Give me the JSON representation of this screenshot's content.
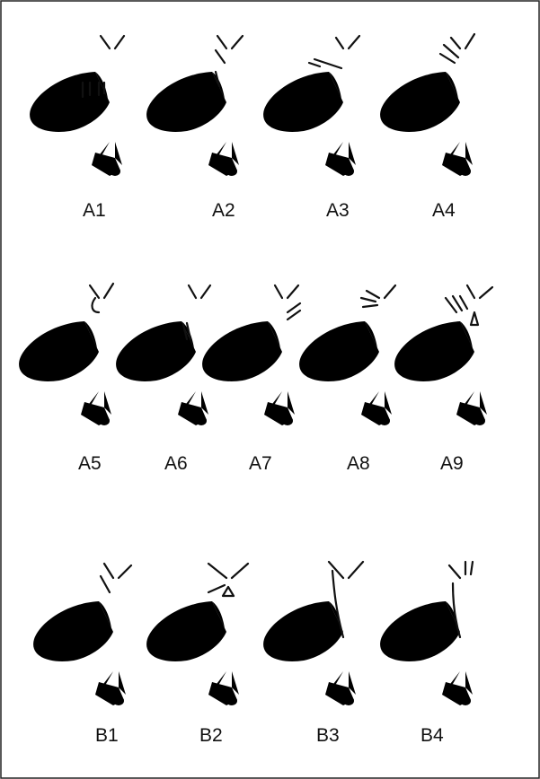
{
  "labels": {
    "A1": "A1",
    "A2": "A2",
    "A3": "A3",
    "A4": "A4",
    "A5": "A5",
    "A6": "A6",
    "A7": "A7",
    "A8": "A8",
    "A9": "A9",
    "B1": "B1",
    "B2": "B2",
    "B3": "B3",
    "B4": "B4"
  },
  "colors": {
    "line": "#111111",
    "background": "#ffffff",
    "border": "#222222"
  }
}
